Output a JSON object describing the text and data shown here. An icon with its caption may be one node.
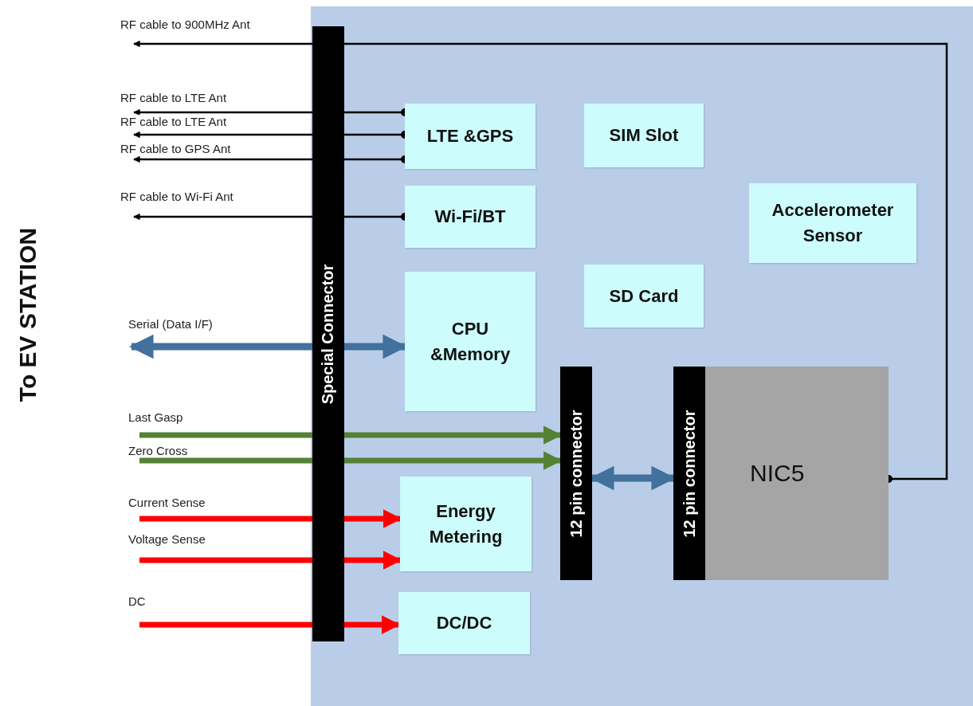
{
  "diagram": {
    "nodes": [
      {
        "text": [],
        "shape": "box"
      },
      {
        "text": [
          "Special Connector"
        ],
        "in": 0
      },
      {
        "text": [
          "LTE &GPS"
        ],
        "in": 0
      },
      {
        "text": [
          "SIM Slot"
        ],
        "in": 0
      },
      {
        "text": [
          "Wi-Fi/BT"
        ],
        "in": 0
      },
      {
        "text": [
          "Accelerometer Sensor"
        ],
        "in": 0
      },
      {
        "text": [
          "SD Card"
        ],
        "in": 0
      },
      {
        "text": [
          "CPU &Memory"
        ],
        "in": 0
      },
      {
        "text": [
          "12 pin connector"
        ],
        "in": 0
      },
      {
        "text": [
          "12 pin connector"
        ],
        "in": 0
      },
      {
        "text": [
          "NIC5"
        ],
        "in": 0
      },
      {
        "text": [
          "Energy Metering"
        ],
        "in": 0
      },
      {
        "text": [
          "DC/DC"
        ],
        "in": 0
      }
    ],
    "edges": [
      {
        "from": 1,
        "to": null,
        "arrow": "to",
        "label": "RF cable to 900MHz Ant"
      },
      {
        "from": 10,
        "to": 1,
        "arrow": "other"
      },
      {
        "from": 1,
        "to": null,
        "arrow": "to",
        "label": "RF cable to LTE Ant"
      },
      {
        "from": 2,
        "to": 1,
        "arrow": "other"
      },
      {
        "from": 1,
        "to": null,
        "arrow": "to",
        "label": "RF cable to LTE Ant"
      },
      {
        "from": 2,
        "to": 1,
        "arrow": "other"
      },
      {
        "from": 1,
        "to": null,
        "arrow": "to",
        "label": "RF cable to GPS Ant"
      },
      {
        "from": 2,
        "to": 1,
        "arrow": "other"
      },
      {
        "from": 1,
        "to": null,
        "arrow": "to",
        "label": "RF cable to Wi-Fi Ant"
      },
      {
        "from": 4,
        "to": 1,
        "arrow": "other"
      },
      {
        "from": 1,
        "to": null,
        "arrow": "to",
        "label": "Serial (Data I/F)",
        "color": "#41719c"
      },
      {
        "from": 1,
        "to": 7,
        "arrow": "to",
        "color": "#41719c"
      },
      {
        "from": null,
        "to": 1,
        "arrow": "none",
        "label": "Last Gasp",
        "color": "#548235"
      },
      {
        "from": 1,
        "to": 8,
        "arrow": "to",
        "color": "#548235"
      },
      {
        "from": null,
        "to": 1,
        "arrow": "none",
        "label": "Zero Cross",
        "color": "#548235"
      },
      {
        "from": 1,
        "to": 8,
        "arrow": "to",
        "color": "#548235"
      },
      {
        "from": null,
        "to": 1,
        "arrow": "none",
        "label": "Current Sense",
        "color": "#ff0000"
      },
      {
        "from": 1,
        "to": 11,
        "arrow": "to",
        "color": "#ff0000"
      },
      {
        "from": null,
        "to": 1,
        "arrow": "none",
        "label": "Voltage Sense",
        "color": "#ff0000"
      },
      {
        "from": 1,
        "to": 11,
        "arrow": "to",
        "color": "#ff0000"
      },
      {
        "from": null,
        "to": 1,
        "arrow": "none",
        "label": "DC",
        "color": "#ff0000"
      },
      {
        "from": 1,
        "to": 12,
        "arrow": "to",
        "color": "#ff0000"
      },
      {
        "from": 8,
        "to": 9,
        "arrow": "both",
        "color": "#41719c"
      }
    ],
    "labels": [
      "To EV STATION"
    ]
  }
}
